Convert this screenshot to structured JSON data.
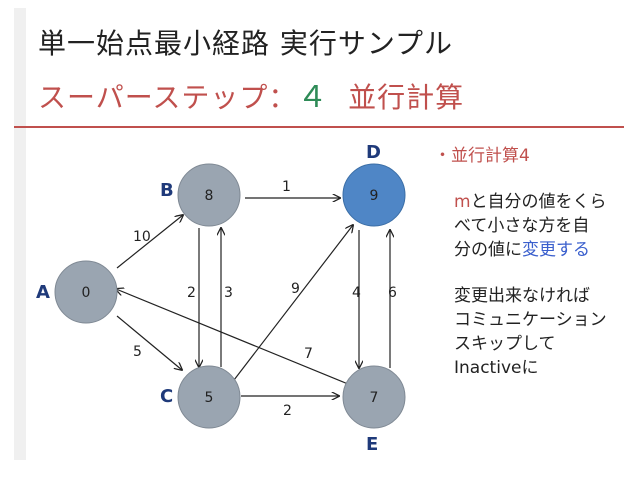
{
  "title": {
    "line1": "単一始点最小経路 実行サンプル",
    "line2_prefix": "スーパーステップ：",
    "line2_number": "４",
    "line2_suffix": "並行計算"
  },
  "graph": {
    "nodes": [
      {
        "letter": "A",
        "value": "0"
      },
      {
        "letter": "B",
        "value": "8"
      },
      {
        "letter": "C",
        "value": "5"
      },
      {
        "letter": "D",
        "value": "9"
      },
      {
        "letter": "E",
        "value": "7"
      }
    ],
    "edge_weights": [
      "10",
      "5",
      "1",
      "2",
      "3",
      "9",
      "7",
      "4",
      "6",
      "2"
    ],
    "colors": {
      "node_gray": "#9aa5b1",
      "node_blue": "#4f86c6",
      "letter": "#1f3a7a",
      "accent_red": "#c0504d",
      "highlight_blue": "#3a5fcd"
    }
  },
  "notes": {
    "bullet": "・",
    "heading": "並行計算4",
    "p1_l1_red": "m",
    "p1_l1_rest": "と自分の値をくら",
    "p1_l2": "べて小さな方を自",
    "p1_l3_prefix": "分の値に",
    "p1_l3_blue": "変更する",
    "p2_l1": "変更出来なければ",
    "p2_l2": "コミュニケーション",
    "p2_l3": "スキップして",
    "p2_l4": "Inactiveに"
  }
}
